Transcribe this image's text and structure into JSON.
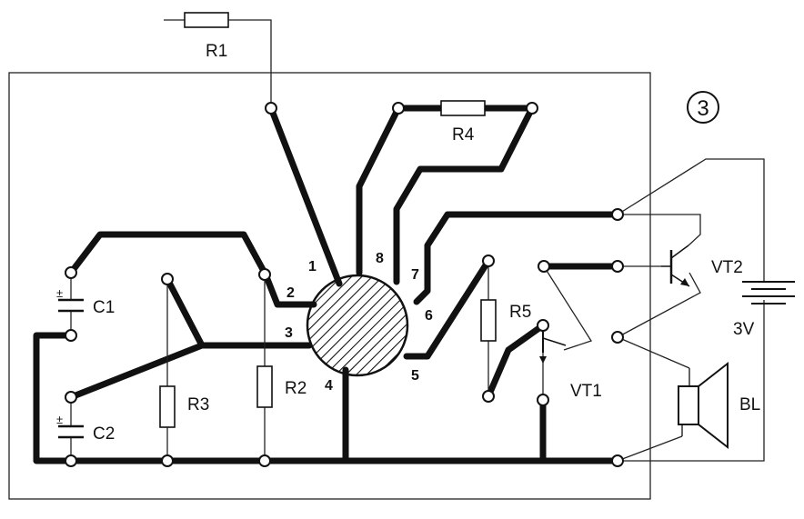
{
  "figure": {
    "number": "3"
  },
  "components": {
    "r1": "R1",
    "r2": "R2",
    "r3": "R3",
    "r4": "R4",
    "r5": "R5",
    "c1": "C1",
    "c2": "C2",
    "vt1": "VT1",
    "vt2": "VT2",
    "bl": "BL",
    "battery_voltage": "3V"
  },
  "ic_pins": [
    "1",
    "2",
    "3",
    "4",
    "5",
    "6",
    "7",
    "8"
  ],
  "polarity_mark": "±",
  "colors": {
    "ink": "#111111",
    "board": "#ffffff"
  }
}
